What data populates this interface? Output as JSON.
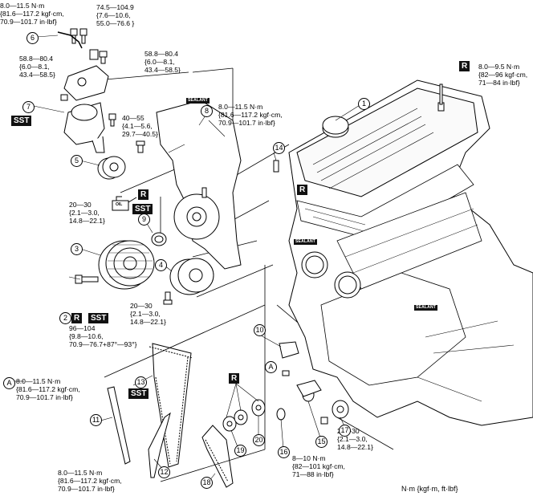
{
  "torque_labels": {
    "t_top_left": "8.0—11.5 N·m\n{81.6—117.2 kgf·cm,\n70.9—101.7 in·lbf}",
    "t_top_mid": "74.5—104.9\n{7.6—10.6,\n55.0—76.6 }",
    "t_mount_left": "58.8—80.4\n{6.0—8.1,\n43.4—58.5}",
    "t_mount_mid": "58.8—80.4\n{6.0—8.1,\n43.4—58.5}",
    "t_cover_right": "8.0—11.5 N·m\n{81.6—117.2 kgf·cm,\n70.9—101.7 in·lbf}",
    "t_head_right": "8.0—9.5 N·m\n{82—96 kgf·cm,\n71—84 in·lbf}",
    "t_40_55": "40—55\n{4.1—5.6,\n29.7—40.5}",
    "t_20_30_a": "20—30\n{2.1—3.0,\n14.8—22.1}",
    "t_20_30_b": "20—30\n{2.1—3.0,\n14.8—22.1}",
    "t_96_104": "96—104\n{9.8—10.6,\n70.9—76.7+87°—93°}",
    "t_A_note": "8.0—11.5 N·m\n{81.6—117.2 kgf·cm,\n70.9—101.7 in·lbf}",
    "t_bottom_left": "8.0—11.5 N·m\n{81.6—117.2 kgf·cm,\n70.9—101.7 in·lbf}",
    "t_20_30_c": "20—30\n{2.1—3.0,\n14.8—22.1}",
    "t_8_10": "8—10 N·m\n{82—101 kgf·cm,\n71—88 in·lbf}"
  },
  "tags": {
    "sst": "SST",
    "r": "R"
  },
  "sealant": "SEALANT",
  "oil": "OIL",
  "units_note": "N·m {kgf·m, ft·lbf}",
  "part_numbers": [
    "1",
    "2",
    "3",
    "4",
    "5",
    "6",
    "7",
    "8",
    "9",
    "10",
    "11",
    "12",
    "13",
    "14",
    "15",
    "16",
    "17",
    "18",
    "19",
    "20"
  ],
  "callout_a": "A"
}
